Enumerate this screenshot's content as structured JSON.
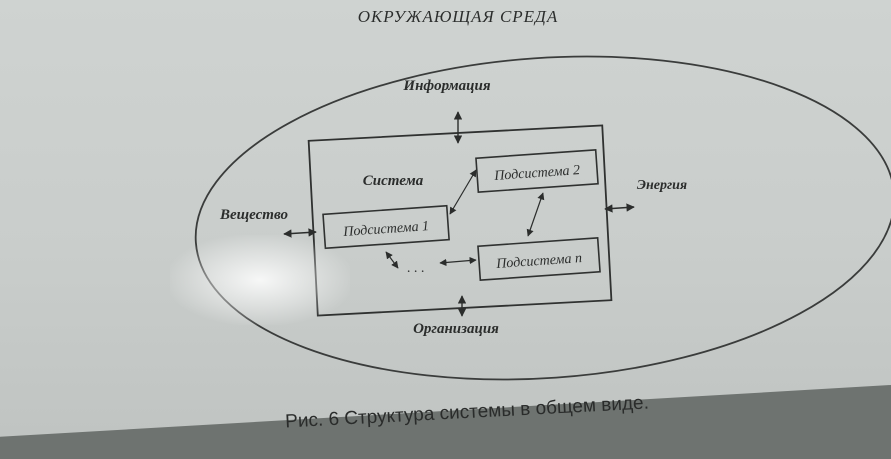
{
  "diagram": {
    "environment_title": "ОКРУЖАЮЩАЯ СРЕДА",
    "system_label": "Система",
    "subsystems": [
      "Подсистема 1",
      "Подсистема 2",
      "Подсистема n"
    ],
    "ellipsis": ". . .",
    "flows": {
      "information": "Информация",
      "matter": "Вещество",
      "energy": "Энергия",
      "organization": "Организация"
    },
    "caption": "Рис. 6 Структура системы в общем виде."
  },
  "colors": {
    "ink": "#2b2d2c",
    "screen": "#cfd3d1"
  }
}
